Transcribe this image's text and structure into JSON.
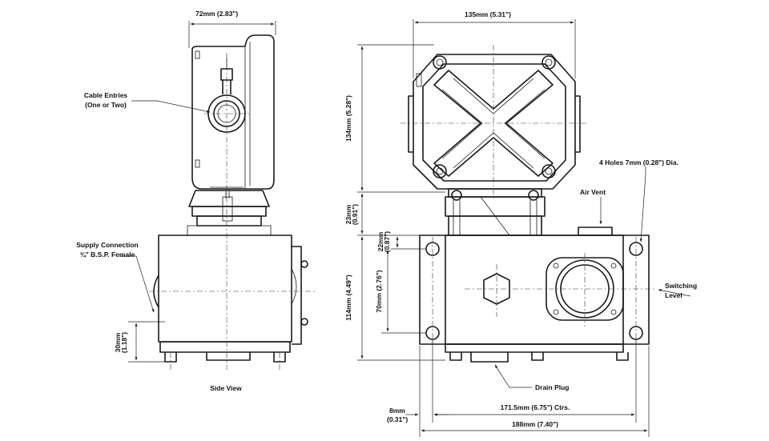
{
  "labels": {
    "dim_72": "72mm (2.83\")",
    "dim_135": "135mm (5.31\")",
    "dim_134_mm": "134mm (5.28\")",
    "dim_23_mm": "23mm",
    "dim_23_in": "(0.91\")",
    "dim_114_mm": "114mm (4.49\")",
    "dim_22_mm": "22mm",
    "dim_22_in": "(0.87\")",
    "dim_70": "70mm (2.76\")",
    "dim_30_mm": "30mm",
    "dim_30_in": "(1.18\")",
    "dim_8_mm": "8mm",
    "dim_8_in": "(0.31\")",
    "dim_171": "171.5mm (6.75\") Ctrs.",
    "dim_188": "188mm (7.40\")",
    "cable_entries_1": "Cable Entries",
    "cable_entries_2": "(One or Two)",
    "supply_1": "Supply Connection",
    "supply_2": "¾\" B.S.P. Female",
    "side_view": "Side View",
    "holes": "4 Holes 7mm (0.28\") Dia.",
    "air_vent": "Air Vent",
    "switching_1": "Switching",
    "switching_2": "Level",
    "drain_plug": "Drain Plug"
  }
}
